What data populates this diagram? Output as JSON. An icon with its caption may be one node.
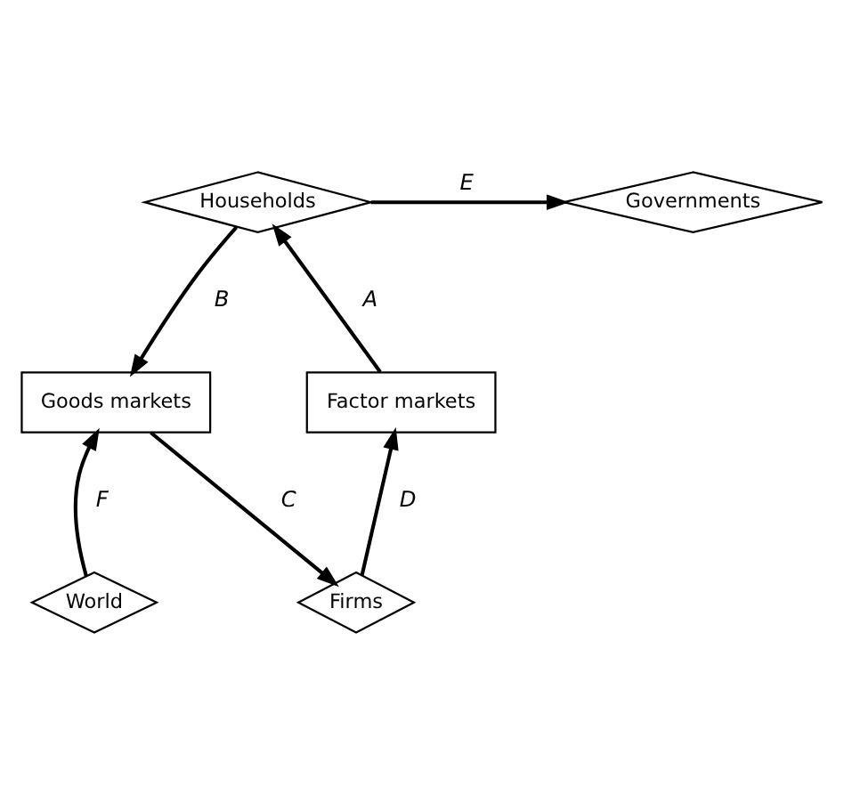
{
  "diagram": {
    "nodes": [
      {
        "text": [
          "Households"
        ]
      },
      {
        "text": [
          "Governments"
        ]
      },
      {
        "text": [
          "Factor markets"
        ]
      },
      {
        "text": [
          "Goods markets"
        ]
      },
      {
        "text": [
          "Firms"
        ]
      },
      {
        "text": [
          "World"
        ]
      }
    ],
    "edges": [
      {
        "from": 2,
        "to": 0,
        "arrow": "to",
        "label": "A"
      },
      {
        "from": 0,
        "to": 1,
        "arrow": "to",
        "label": "E"
      },
      {
        "from": 0,
        "to": 3,
        "arrow": "to",
        "label": "B"
      },
      {
        "from": 3,
        "to": 4,
        "arrow": "to",
        "label": "C"
      },
      {
        "from": 4,
        "to": 2,
        "arrow": "to",
        "label": "D"
      },
      {
        "from": 5,
        "to": 3,
        "arrow": "to",
        "label": "F"
      }
    ]
  }
}
